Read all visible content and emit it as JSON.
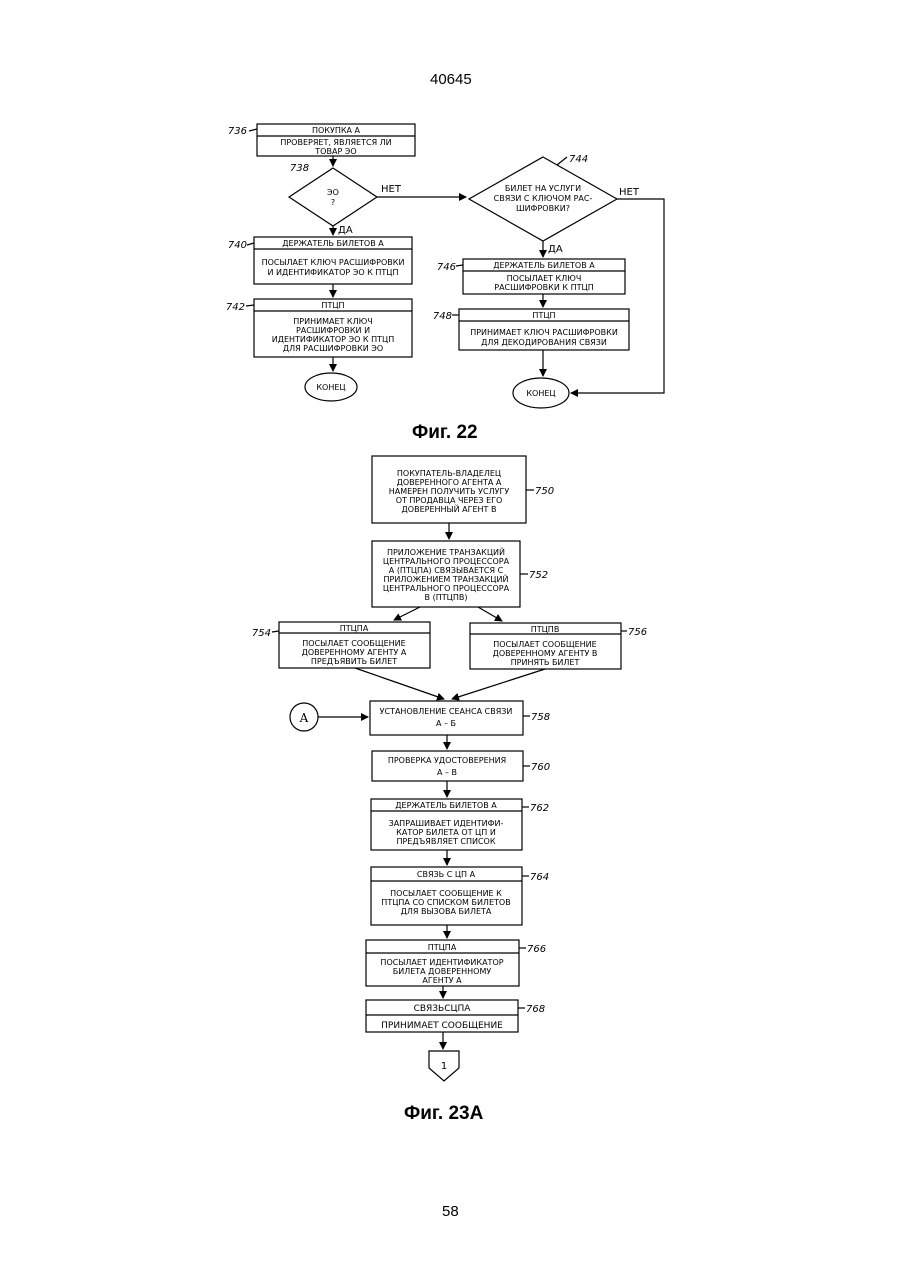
{
  "page": {
    "header_number": "40645",
    "page_number": "58"
  },
  "fig22": {
    "caption": "Фиг. 22",
    "n736": "736",
    "b736_title": "ПОКУПКА А",
    "b736_body": [
      "ПРОВЕРЯЕТ, ЯВЛЯЕТСЯ ЛИ",
      "ТОВАР ЭО"
    ],
    "n738": "738",
    "d738": [
      "ЭО",
      "?"
    ],
    "yes": "ДА",
    "no": "НЕТ",
    "n740": "740",
    "b740_title": "ДЕРЖАТЕЛЬ БИЛЕТОВ А",
    "b740_body": [
      "ПОСЫЛАЕТ КЛЮЧ РАСШИФРОВКИ",
      "И ИДЕНТИФИКАТОР ЭО К ПТЦП"
    ],
    "n742": "742",
    "b742_title": "ПТЦП",
    "b742_body": [
      "ПРИНИМАЕТ КЛЮЧ",
      "РАСШИФРОВКИ И",
      "ИДЕНТИФИКАТОР ЭО К ПТЦП",
      "ДЛЯ РАСШИФРОВКИ ЭО"
    ],
    "end": "КОНЕЦ",
    "n744": "744",
    "d744": [
      "БИЛЕТ НА УСЛУГИ",
      "СВЯЗИ С КЛЮЧОМ РАС-",
      "ШИФРОВКИ?"
    ],
    "n746": "746",
    "b746_title": "ДЕРЖАТЕЛЬ БИЛЕТОВ А",
    "b746_body": [
      "ПОСЫЛАЕТ КЛЮЧ",
      "РАСШИФРОВКИ К ПТЦП"
    ],
    "n748": "748",
    "b748_title": "ПТЦП",
    "b748_body": [
      "ПРИНИМАЕТ КЛЮЧ РАСШИФРОВКИ",
      "ДЛЯ ДЕКОДИРОВАНИЯ СВЯЗИ"
    ]
  },
  "fig23": {
    "caption": "Фиг. 23А",
    "n750": "750",
    "b750": [
      "ПОКУПАТЕЛЬ-ВЛАДЕЛЕЦ",
      "ДОВЕРЕННОГО АГЕНТА А",
      "НАМЕРЕН ПОЛУЧИТЬ УСЛУГУ",
      "ОТ ПРОДАВЦА ЧЕРЕЗ ЕГО",
      "ДОВЕРЕННЫЙ АГЕНТ В"
    ],
    "n752": "752",
    "b752": [
      "ПРИЛОЖЕНИЕ ТРАНЗАКЦИЙ",
      "ЦЕНТРАЛЬНОГО ПРОЦЕССОРА",
      "А (ПТЦПА) СВЯЗЫВАЕТСЯ С",
      "ПРИЛОЖЕНИЕМ ТРАНЗАКЦИЙ",
      "ЦЕНТРАЛЬНОГО ПРОЦЕССОРА",
      "В (ПТЦПВ)"
    ],
    "n754": "754",
    "b754_title": "ПТЦПА",
    "b754_body": [
      "ПОСЫЛАЕТ СООБЩЕНИЕ",
      "ДОВЕРЕННОМУ АГЕНТУ А",
      "ПРЕДЪЯВИТЬ БИЛЕТ"
    ],
    "n756": "756",
    "b756_title": "ПТЦПВ",
    "b756_body": [
      "ПОСЫЛАЕТ СООБЩЕНИЕ",
      "ДОВЕРЕННОМУ АГЕНТУ В",
      "ПРИНЯТЬ БИЛЕТ"
    ],
    "connector_a": "A",
    "n758": "758",
    "b758": [
      "УСТАНОВЛЕНИЕ СЕАНСА СВЯЗИ",
      "А – Б"
    ],
    "n760": "760",
    "b760": [
      "ПРОВЕРКА УДОСТОВЕРЕНИЯ",
      "А – В"
    ],
    "n762": "762",
    "b762_title": "ДЕРЖАТЕЛЬ БИЛЕТОВ А",
    "b762_body": [
      "ЗАПРАШИВАЕТ ИДЕНТИФИ-",
      "КАТОР БИЛЕТА ОТ ЦП И",
      "ПРЕДЪЯВЛЯЕТ СПИСОК"
    ],
    "n764": "764",
    "b764_title": "СВЯЗЬ С ЦП А",
    "b764_body": [
      "ПОСЫЛАЕТ СООБЩЕНИЕ К",
      "ПТЦПА СО СПИСКОМ БИЛЕТОВ",
      "ДЛЯ ВЫЗОВА БИЛЕТА"
    ],
    "n766": "766",
    "b766_title": "ПТЦПА",
    "b766_body": [
      "ПОСЫЛАЕТ ИДЕНТИФИКАТОР",
      "БИЛЕТА ДОВЕРЕННОМУ",
      "АГЕНТУ А"
    ],
    "n768": "768",
    "b768_title": "СВЯЗЬСЦПА",
    "b768_body": "ПРИНИМАЕТ СООБЩЕНИЕ",
    "offpage": "1"
  }
}
